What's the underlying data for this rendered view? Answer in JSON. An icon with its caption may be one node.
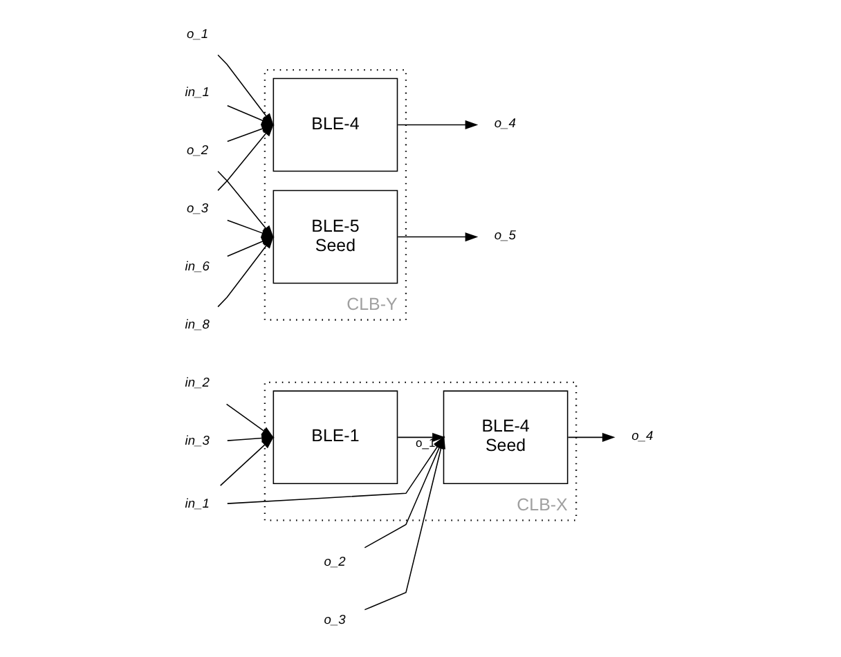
{
  "diagram": {
    "nodes": [
      {
        "text": [
          "CLB-X"
        ]
      },
      {
        "text": [
          "BLE-1"
        ],
        "in": 0
      },
      {
        "text": [
          "BLE-4",
          "Seed"
        ],
        "in": 0
      },
      {
        "text": [
          "in_1"
        ]
      },
      {
        "text": [
          "in_2"
        ]
      },
      {
        "text": [
          "in_3"
        ]
      },
      {
        "text": [
          "o_2"
        ]
      },
      {
        "text": [
          "o_3"
        ]
      },
      {
        "text": [
          "o_4"
        ]
      },
      {
        "text": [
          "CLB-Y"
        ]
      },
      {
        "text": [
          "BLE-4"
        ],
        "in": 9
      },
      {
        "text": [
          "BLE-5",
          "Seed"
        ],
        "in": 9
      },
      {
        "text": [
          "o_1"
        ]
      },
      {
        "text": [
          "o_2"
        ]
      },
      {
        "text": [
          "in_1"
        ]
      },
      {
        "text": [
          "o_3"
        ]
      },
      {
        "text": [
          "in_6"
        ]
      },
      {
        "text": [
          "in_8"
        ]
      },
      {
        "text": [
          "o_5"
        ]
      },
      {
        "text": [
          "o_4"
        ]
      }
    ],
    "edges": [
      {
        "from": 3,
        "to": 1,
        "arrow": "to"
      },
      {
        "from": 3,
        "to": 2,
        "arrow": "to"
      },
      {
        "from": 4,
        "to": 1,
        "arrow": "to"
      },
      {
        "from": 5,
        "to": 1,
        "arrow": "to"
      },
      {
        "from": 1,
        "to": 2,
        "arrow": "to",
        "label": "o_1"
      },
      {
        "from": 6,
        "to": 2,
        "arrow": "to"
      },
      {
        "from": 7,
        "to": 2,
        "arrow": "to"
      },
      {
        "from": 2,
        "to": 8,
        "arrow": "to"
      },
      {
        "from": 12,
        "to": 10,
        "arrow": "to"
      },
      {
        "from": 13,
        "to": 10,
        "arrow": "to"
      },
      {
        "from": 13,
        "to": 11,
        "arrow": "to"
      },
      {
        "from": 14,
        "to": 10,
        "arrow": "to"
      },
      {
        "from": 15,
        "to": 10,
        "arrow": "to"
      },
      {
        "from": 15,
        "to": 11,
        "arrow": "to"
      },
      {
        "from": 10,
        "to": 19,
        "arrow": "to"
      },
      {
        "from": 16,
        "to": 11,
        "arrow": "to"
      },
      {
        "from": 17,
        "to": 11,
        "arrow": "to"
      },
      {
        "from": 11,
        "to": 18,
        "arrow": "to"
      }
    ]
  }
}
